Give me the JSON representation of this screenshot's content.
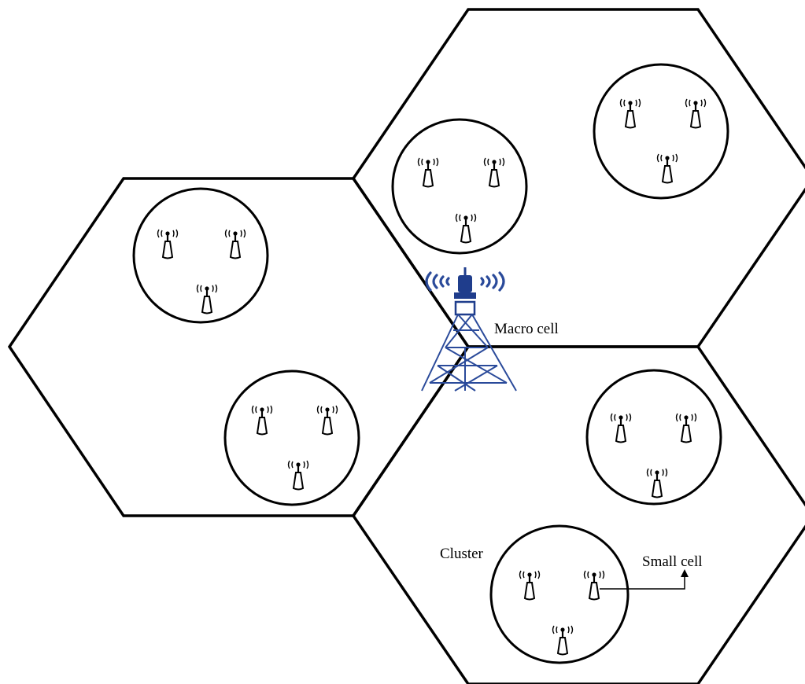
{
  "labels": {
    "macro_cell": "Macro cell",
    "cluster": "Cluster",
    "small_cell": "Small cell"
  },
  "cells": [
    {
      "id": "left",
      "clusters": 2,
      "small_cells_per_cluster": 3
    },
    {
      "id": "top-right",
      "clusters": 2,
      "small_cells_per_cluster": 3
    },
    {
      "id": "bottom-right",
      "clusters": 2,
      "small_cells_per_cluster": 3
    }
  ],
  "colors": {
    "outline": "#000000",
    "tower": "#1f3d8c"
  },
  "icons": {
    "macro_base_station": "tower-icon",
    "small_cell": "antenna-icon"
  }
}
